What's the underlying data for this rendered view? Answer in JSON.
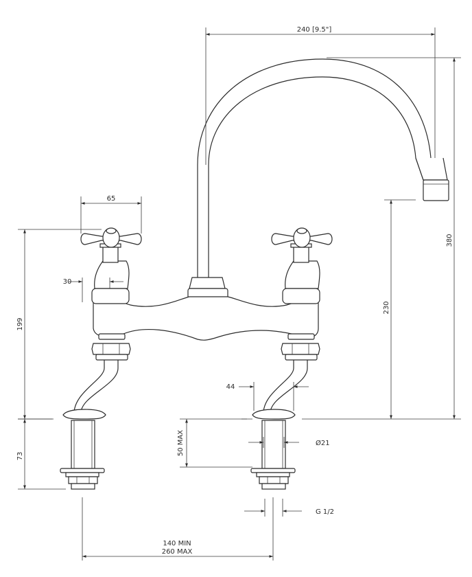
{
  "dimensions": {
    "spout_reach": "240 [9.5\"]",
    "handle_span": "65",
    "stem_offset": "30",
    "body_height": "199",
    "spout_height": "230",
    "overall_height": "380",
    "shank_length": "73",
    "max_deck_thickness": "50 MAX",
    "leg_spacing": "44",
    "shank_diameter": "Ø21",
    "thread": "G 1/2",
    "centres_min": "140 MIN",
    "centres_max": "260 MAX"
  }
}
